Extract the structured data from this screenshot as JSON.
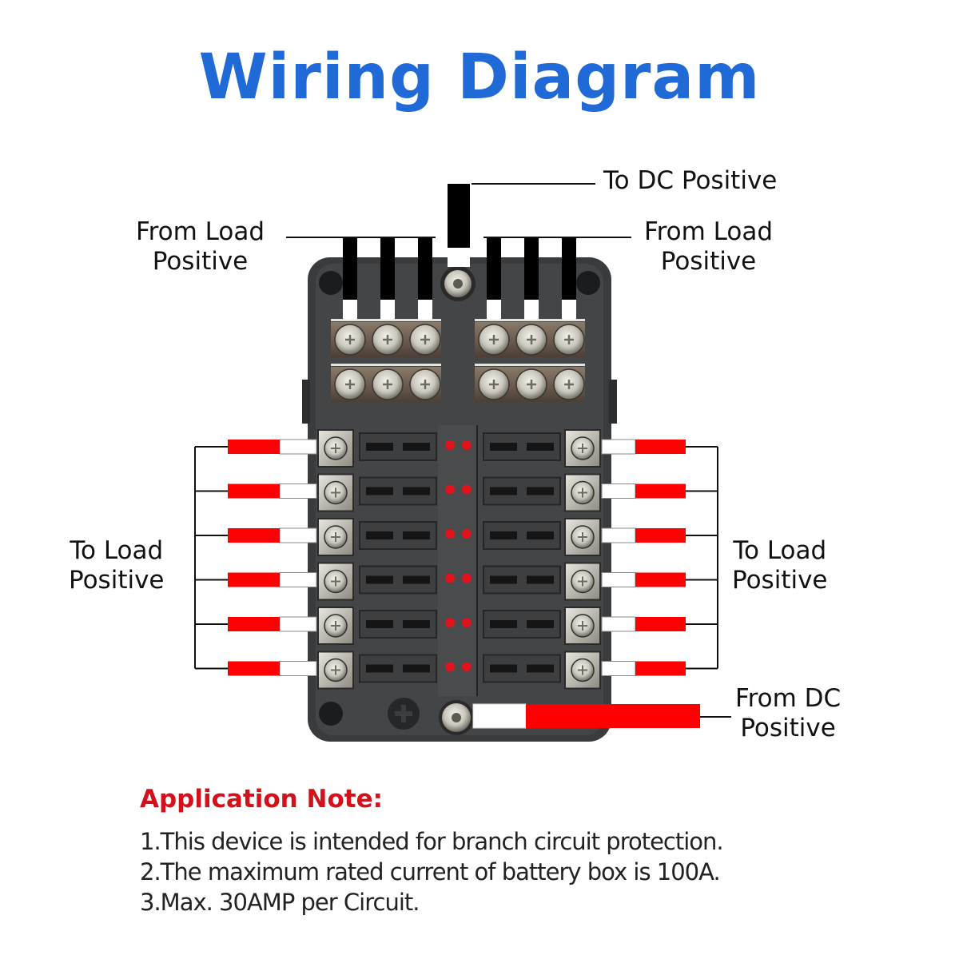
{
  "title": "Wiring Diagram",
  "labels": {
    "to_dc_positive": "To DC Positive",
    "from_load_positive_left": [
      "From Load",
      "Positive"
    ],
    "from_load_positive_right": [
      "From Load",
      "Positive"
    ],
    "to_load_positive_left": [
      "To Load",
      "Positive"
    ],
    "to_load_positive_right": [
      "To Load",
      "Positive"
    ],
    "from_dc_positive": [
      "From DC",
      "Positive"
    ]
  },
  "fuse_box": {
    "fuse_slots_per_side": 6,
    "top_bus_terminals_per_group": 3,
    "bus_rows": 2,
    "indicator_led_color": "#e0141c"
  },
  "colors": {
    "title": "#1f6ad6",
    "note_title": "#d4111a",
    "wire_red": "#ff0000",
    "wire_black": "#000000",
    "box_body": "#3a3b3c"
  },
  "application_note": {
    "heading": "Application Note:",
    "items": [
      "1.This device is intended for branch circuit protection.",
      "2.The maximum rated current of battery box is 100A.",
      "3.Max. 30AMP per Circuit."
    ]
  }
}
